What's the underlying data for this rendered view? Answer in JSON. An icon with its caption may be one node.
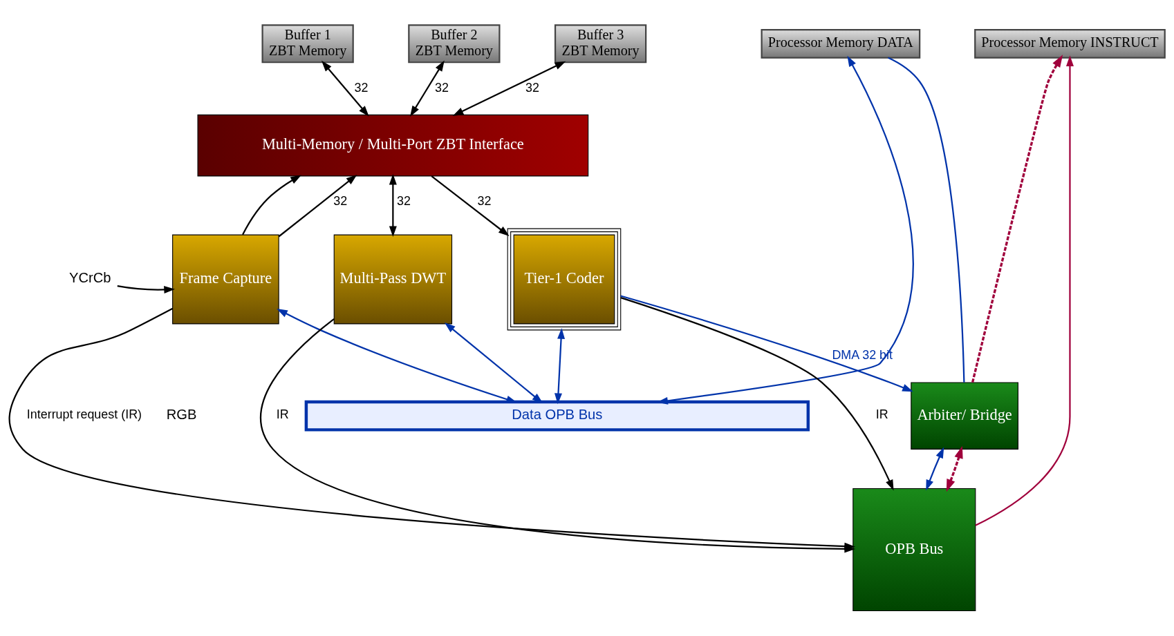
{
  "diagram": {
    "nodes": [
      {
        "text": [
          "Buffer 1",
          "ZBT Memory"
        ]
      },
      {
        "text": [
          "Buffer 2",
          "ZBT Memory"
        ]
      },
      {
        "text": [
          "Buffer 3",
          "ZBT Memory"
        ]
      },
      {
        "text": [
          "Processor Memory DATA"
        ]
      },
      {
        "text": [
          "Processor Memory INSTRUCT"
        ]
      },
      {
        "text": [
          "Multi-Memory / Multi-Port ZBT Interface"
        ]
      },
      {
        "text": [
          "Arbiter/ Bridge"
        ]
      },
      {
        "text": [
          "YCrCb"
        ]
      },
      {
        "text": [
          "Frame Capture"
        ]
      },
      {
        "text": [
          "Multi-Pass DWT"
        ]
      },
      {
        "text": [
          "Tier-1 Coder"
        ]
      },
      {
        "text": [
          "OPB Bus"
        ]
      },
      {
        "text": [
          "Data OPB Bus"
        ]
      }
    ],
    "edges": [
      {
        "from": 0,
        "to": 5,
        "arrow": "both",
        "label": "32"
      },
      {
        "from": 1,
        "to": 5,
        "arrow": "both",
        "label": "32"
      },
      {
        "from": 2,
        "to": 5,
        "arrow": "both",
        "label": "32"
      },
      {
        "from": 8,
        "to": 5,
        "arrow": "to"
      },
      {
        "from": 8,
        "to": 5,
        "arrow": "to",
        "label": "32"
      },
      {
        "from": 9,
        "to": 5,
        "arrow": "both",
        "label": "32"
      },
      {
        "from": 5,
        "to": 10,
        "arrow": "to",
        "label": "32"
      },
      {
        "from": 7,
        "to": 8,
        "arrow": "to"
      },
      {
        "from": 8,
        "to": 12,
        "arrow": "both",
        "color": "#0033aa"
      },
      {
        "from": 9,
        "to": 12,
        "arrow": "both",
        "color": "#0033aa"
      },
      {
        "from": 10,
        "to": 12,
        "arrow": "both",
        "color": "#0033aa"
      },
      {
        "from": 3,
        "to": 12,
        "arrow": "both",
        "color": "#0033aa"
      },
      {
        "from": 6,
        "to": 3,
        "arrow": "none",
        "color": "#0033aa"
      },
      {
        "from": 10,
        "to": 6,
        "arrow": "to",
        "label": "DMA 32 bit",
        "color": "#0033aa"
      },
      {
        "from": 6,
        "to": 11,
        "arrow": "both",
        "color": "#0033aa"
      },
      {
        "from": 6,
        "to": 11,
        "arrow": "both",
        "style": "dashed",
        "color": "#a0003c"
      },
      {
        "from": 6,
        "to": 4,
        "arrow": "to",
        "style": "dashed",
        "color": "#a0003c"
      },
      {
        "from": 11,
        "to": 4,
        "arrow": "to",
        "color": "#a0003c"
      },
      {
        "from": 8,
        "to": 11,
        "arrow": "to",
        "label": "Interrupt request (IR)"
      },
      {
        "from": 9,
        "to": 11,
        "arrow": "to",
        "label": "IR"
      },
      {
        "from": 10,
        "to": 11,
        "arrow": "to",
        "label": "IR"
      }
    ],
    "labels": [
      "RGB"
    ]
  }
}
